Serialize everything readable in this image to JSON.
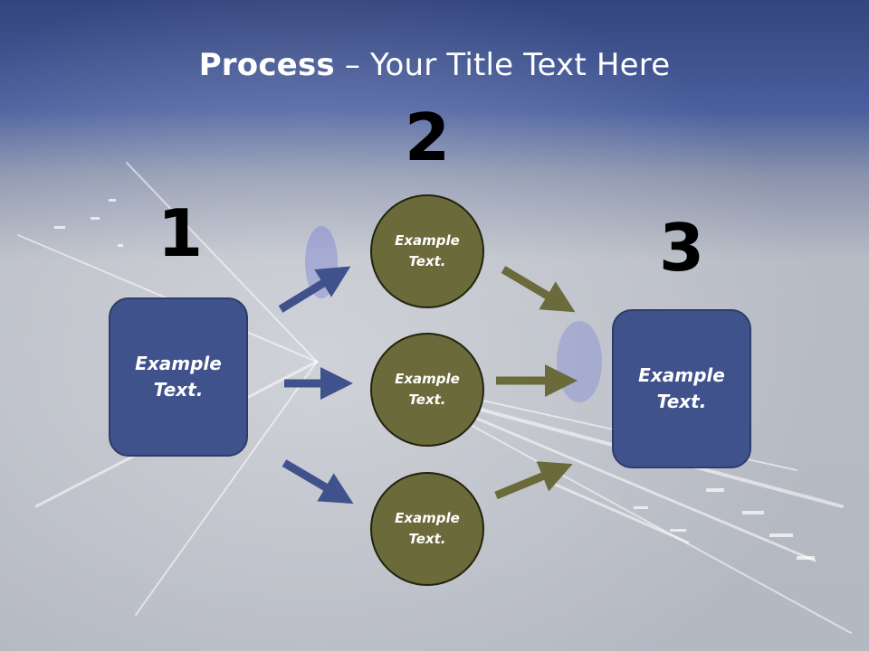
{
  "title": {
    "bold": "Process",
    "rest": " – Your Title Text Here"
  },
  "steps": {
    "one": "1",
    "two": "2",
    "three": "3"
  },
  "left_box": {
    "text": "Example\nText."
  },
  "right_box": {
    "text": "Example\nText."
  },
  "circles": [
    {
      "text": "Example\nText."
    },
    {
      "text": "Example\nText."
    },
    {
      "text": "Example\nText."
    }
  ],
  "colors": {
    "box": "#3f528c",
    "circle": "#6a6a3a",
    "arrow_blue": "#3f528c",
    "arrow_olive": "#6a6a3a"
  }
}
